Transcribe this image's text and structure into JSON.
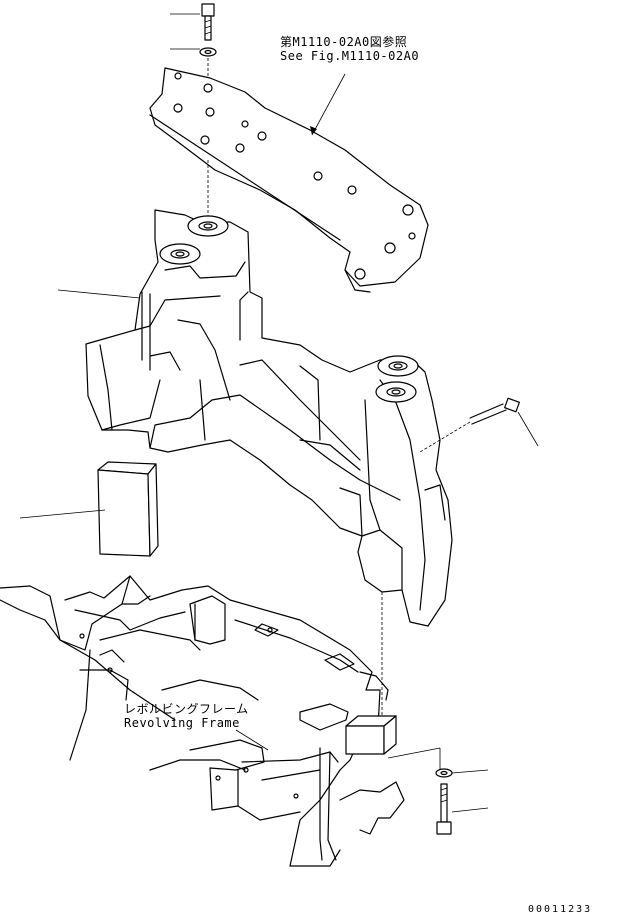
{
  "reference": {
    "japanese": "第M1110-02A0図参照",
    "english": "See Fig.M1110-02A0"
  },
  "frame_label": {
    "japanese": "レボルビングフレーム",
    "english": "Revolving Frame"
  },
  "document_number": "00011233"
}
